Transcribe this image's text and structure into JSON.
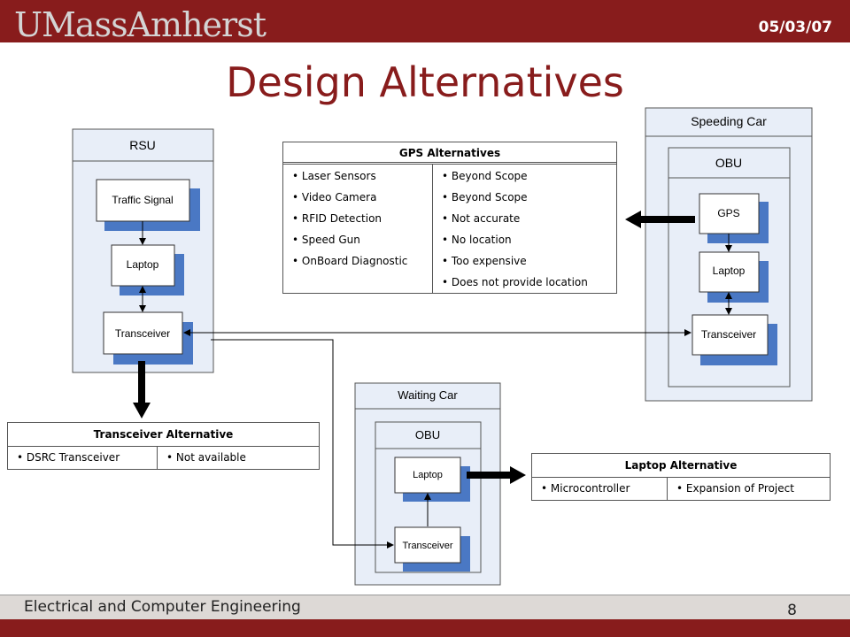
{
  "header": {
    "logo": "UMassAmherst",
    "date": "05/03/07"
  },
  "slide": {
    "title": "Design Alternatives"
  },
  "footer": {
    "text": "Electrical and Computer Engineering",
    "page": "8"
  },
  "colors": {
    "brand": "#881c1c",
    "block_fill": "#e8eef8",
    "shadow": "#4a78c4"
  },
  "rsu": {
    "title": "RSU",
    "traffic_signal": "Traffic Signal",
    "laptop": "Laptop",
    "transceiver": "Transceiver"
  },
  "speeding_car": {
    "title": "Speeding Car",
    "obu": "OBU",
    "gps": "GPS",
    "laptop": "Laptop",
    "transceiver": "Transceiver"
  },
  "waiting_car": {
    "title": "Waiting Car",
    "obu": "OBU",
    "laptop": "Laptop",
    "transceiver": "Transceiver"
  },
  "gps_table": {
    "title": "GPS Alternatives",
    "options": [
      "• Laser Sensors",
      "• Video Camera",
      "• RFID Detection",
      "• Speed Gun",
      "• OnBoard Diagnostic"
    ],
    "reasons": [
      "• Beyond Scope",
      "• Beyond Scope",
      "• Not accurate",
      "• No location",
      "• Too expensive",
      "• Does not provide location"
    ]
  },
  "transceiver_table": {
    "title": "Transceiver Alternative",
    "option": "• DSRC Transceiver",
    "reason": "• Not available"
  },
  "laptop_table": {
    "title": "Laptop Alternative",
    "option": "• Microcontroller",
    "reason": "• Expansion of Project"
  }
}
